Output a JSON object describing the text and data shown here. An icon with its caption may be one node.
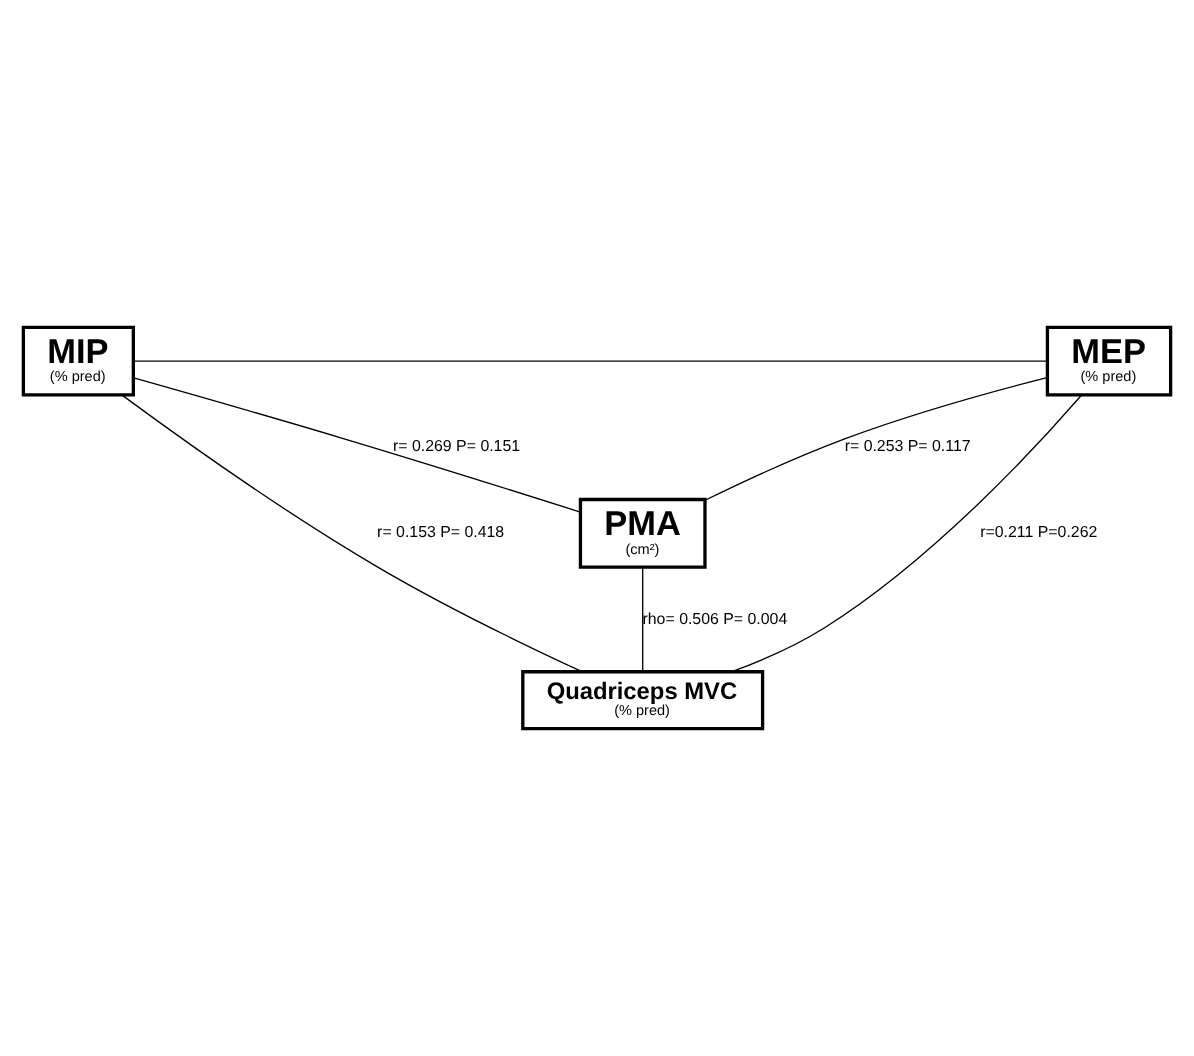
{
  "diagram": {
    "nodes": [
      {
        "text": [
          "MIP",
          "(% pred)"
        ]
      },
      {
        "text": [
          "MEP",
          "(% pred)"
        ]
      },
      {
        "text": [
          "PMA",
          "(cm²)"
        ]
      },
      {
        "text": [
          "Quadriceps MVC",
          "(% pred)"
        ]
      }
    ],
    "edges": [
      {
        "from": 0,
        "to": 1,
        "arrow": "none"
      },
      {
        "from": 0,
        "to": 2,
        "arrow": "none",
        "label": "r= 0.269 P= 0.151"
      },
      {
        "from": 1,
        "to": 2,
        "arrow": "none",
        "label": "r= 0.253 P= 0.117"
      },
      {
        "from": 0,
        "to": 3,
        "arrow": "none",
        "label": "r= 0.153 P= 0.418"
      },
      {
        "from": 1,
        "to": 3,
        "arrow": "none",
        "label": "r=0.211 P=0.262"
      },
      {
        "from": 2,
        "to": 3,
        "arrow": "none",
        "label": "rho= 0.506 P= 0.004"
      }
    ]
  }
}
